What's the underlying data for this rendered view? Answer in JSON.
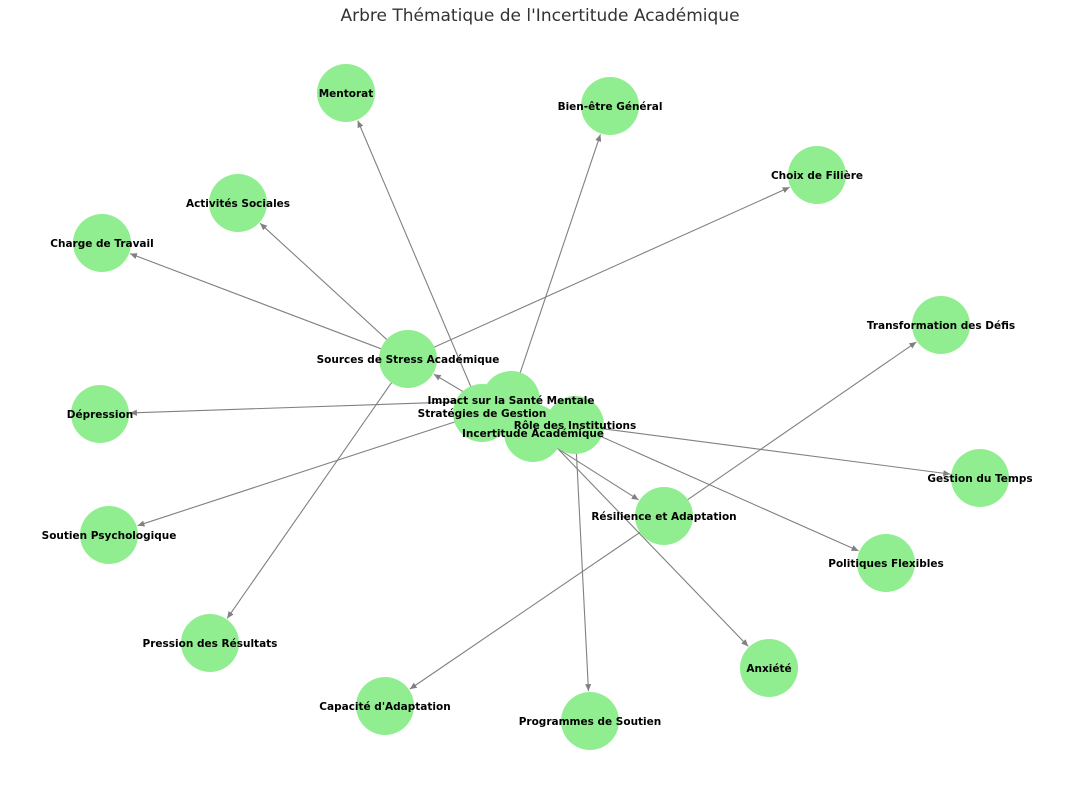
{
  "title": "Arbre Thématique de l'Incertitude Académique",
  "colors": {
    "node": "#90EE90",
    "edge": "#808080",
    "label": "#000000"
  },
  "nodes": {
    "incertitude": "Incertitude Académique",
    "stress": "Sources de Stress Académique",
    "sante": "Impact sur la Santé Mentale",
    "strategies": "Stratégies de Gestion",
    "institutions": "Rôle des Institutions",
    "resilience": "Résilience et Adaptation",
    "mentorat": "Mentorat",
    "bienetre": "Bien-être Général",
    "choix": "Choix de Filière",
    "activites": "Activités Sociales",
    "charge": "Charge de Travail",
    "transformation": "Transformation des Défis",
    "depression": "Dépression",
    "gestiontemps": "Gestion du Temps",
    "soutienpsy": "Soutien Psychologique",
    "politiques": "Politiques Flexibles",
    "pression": "Pression des Résultats",
    "anxiete": "Anxiété",
    "capacite": "Capacité d'Adaptation",
    "programmes": "Programmes de Soutien"
  },
  "edges": [
    [
      "incertitude",
      "stress"
    ],
    [
      "incertitude",
      "sante"
    ],
    [
      "incertitude",
      "strategies"
    ],
    [
      "incertitude",
      "institutions"
    ],
    [
      "incertitude",
      "resilience"
    ],
    [
      "stress",
      "charge"
    ],
    [
      "stress",
      "activites"
    ],
    [
      "stress",
      "choix"
    ],
    [
      "stress",
      "pression"
    ],
    [
      "sante",
      "bienetre"
    ],
    [
      "sante",
      "depression"
    ],
    [
      "sante",
      "anxiete"
    ],
    [
      "strategies",
      "mentorat"
    ],
    [
      "strategies",
      "soutienpsy"
    ],
    [
      "strategies",
      "gestiontemps"
    ],
    [
      "institutions",
      "politiques"
    ],
    [
      "institutions",
      "programmes"
    ],
    [
      "resilience",
      "transformation"
    ],
    [
      "resilience",
      "capacite"
    ]
  ]
}
